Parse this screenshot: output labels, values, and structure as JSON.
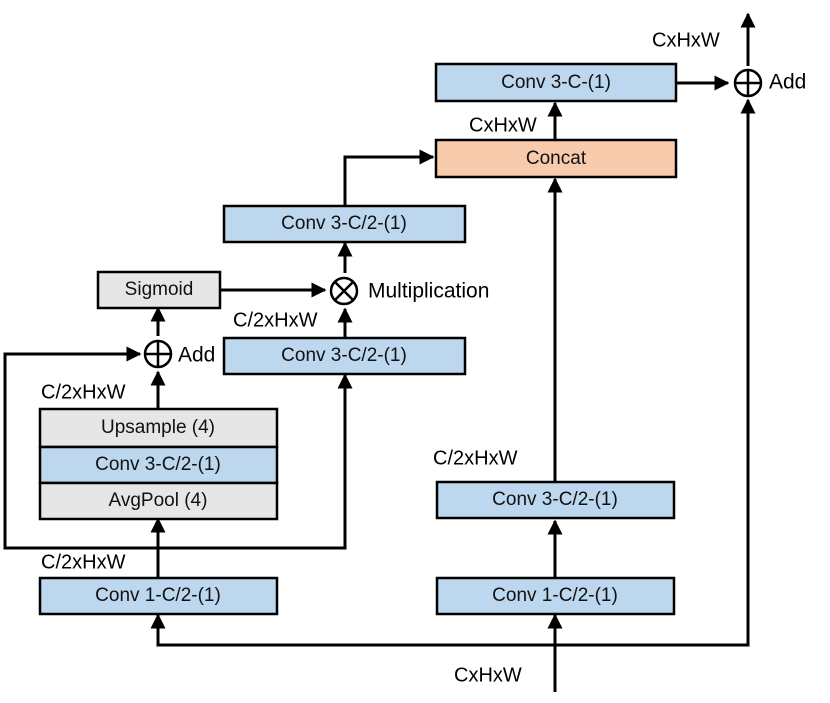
{
  "colors": {
    "conv_fill": "#bdd7ee",
    "gray_fill": "#e6e6e6",
    "concat_fill": "#f8cbad",
    "stroke": "#000000"
  },
  "blocks": {
    "upsample": "Upsample (4)",
    "conv_left_mid": "Conv 3-C/2-(1)",
    "avgpool": "AvgPool (4)",
    "conv1_left": "Conv 1-C/2-(1)",
    "conv1_right": "Conv 1-C/2-(1)",
    "conv3_right": "Conv 3-C/2-(1)",
    "sigmoid": "Sigmoid",
    "conv3_center_low": "Conv 3-C/2-(1)",
    "conv3_center_high": "Conv 3-C/2-(1)",
    "concat": "Concat",
    "conv_top": "Conv 3-C-(1)"
  },
  "operators": {
    "add_left": "Add",
    "multiplication": "Multiplication",
    "add_top": "Add"
  },
  "dims": {
    "input": "CxHxW",
    "left_after_conv1": "C/2xHxW",
    "left_after_stack": "C/2xHxW",
    "center_after_conv": "C/2xHxW",
    "right_after_conv": "C/2xHxW",
    "after_concat": "CxHxW",
    "output": "CxHxW"
  }
}
